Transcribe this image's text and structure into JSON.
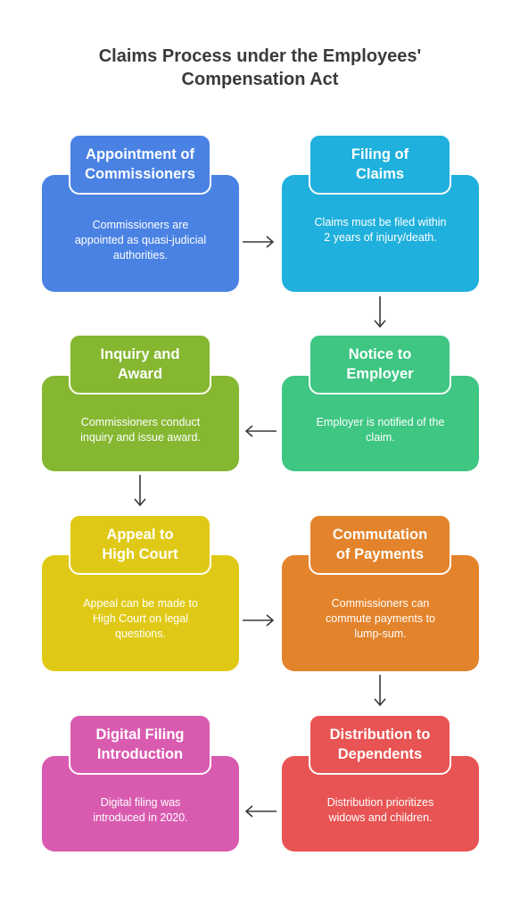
{
  "title": [
    "Claims Process under the Employees'",
    "Compensation Act"
  ],
  "steps": [
    {
      "tab": [
        "Appointment of",
        "Commissioners"
      ],
      "text": [
        "Commissioners are",
        "appointed as quasi-judicial",
        "authorities."
      ],
      "color": "#4a82e4"
    },
    {
      "tab": [
        "Filing of",
        "Claims"
      ],
      "text": [
        "Claims must be filed within",
        "2 years of injury/death."
      ],
      "color": "#1fb0dd"
    },
    {
      "tab": [
        "Notice to",
        "Employer"
      ],
      "text": [
        "Employer is notified of the",
        "claim."
      ],
      "color": "#3ec682"
    },
    {
      "tab": [
        "Inquiry and",
        "Award"
      ],
      "text": [
        "Commissioners conduct",
        "inquiry and issue award."
      ],
      "color": "#85b730"
    },
    {
      "tab": [
        "Appeal to",
        "High Court"
      ],
      "text": [
        "Appeal can be made to",
        "High Court on legal",
        "questions."
      ],
      "color": "#e0c916"
    },
    {
      "tab": [
        "Commutation",
        "of Payments"
      ],
      "text": [
        "Commissioners can",
        "commute payments to",
        "lump-sum."
      ],
      "color": "#e3832b"
    },
    {
      "tab": [
        "Distribution to",
        "Dependents"
      ],
      "text": [
        "Distribution prioritizes",
        "widows and children."
      ],
      "color": "#e75453"
    },
    {
      "tab": [
        "Digital Filing",
        "Introduction"
      ],
      "text": [
        "Digital filing was",
        "introduced in 2020."
      ],
      "color": "#d95bb0"
    }
  ],
  "arrow_color": "#3a3a3a"
}
